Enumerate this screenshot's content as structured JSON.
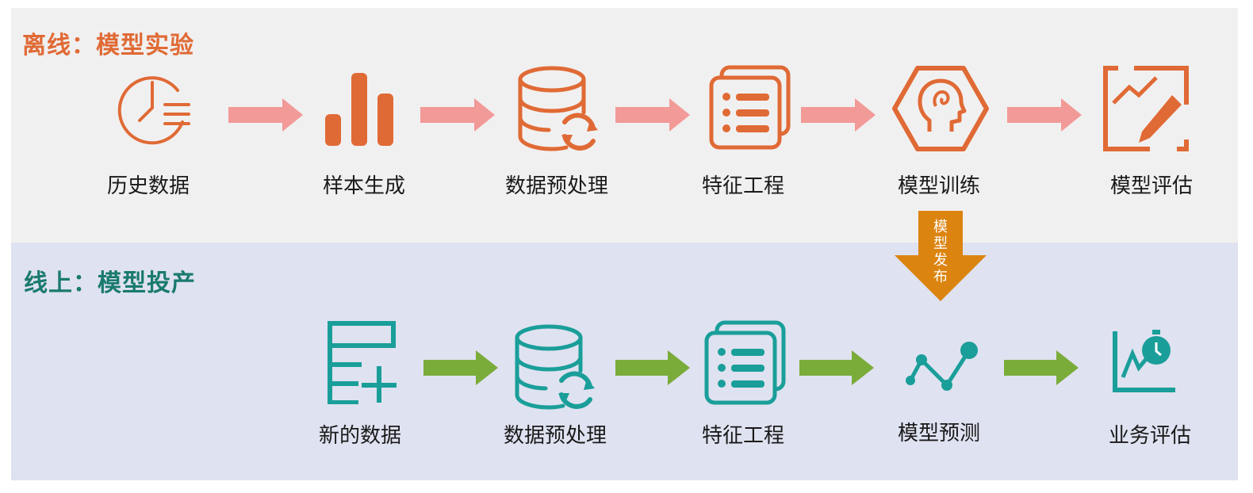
{
  "colors": {
    "offline_accent": "#e06a35",
    "online_accent": "#1a9e9a",
    "online_title": "#197a6e",
    "offline_arrow": "#f29a98",
    "online_arrow": "#7aac3a",
    "publish_arrow": "#dc8410",
    "offline_bg": "#f1f0f0",
    "online_bg": "#dfe2f0"
  },
  "offline": {
    "title": "离线：模型实验",
    "steps": [
      {
        "label": "历史数据",
        "icon": "clock-list-icon"
      },
      {
        "label": "样本生成",
        "icon": "bar-chart-icon"
      },
      {
        "label": "数据预处理",
        "icon": "database-refresh-icon"
      },
      {
        "label": "特征工程",
        "icon": "list-stack-icon"
      },
      {
        "label": "模型训练",
        "icon": "head-hexagon-icon"
      },
      {
        "label": "模型评估",
        "icon": "chart-pencil-icon"
      }
    ]
  },
  "online": {
    "title": "线上：模型投产",
    "steps": [
      {
        "label": "新的数据",
        "icon": "data-add-icon"
      },
      {
        "label": "数据预处理",
        "icon": "database-refresh-icon"
      },
      {
        "label": "特征工程",
        "icon": "list-stack-icon"
      },
      {
        "label": "模型预测",
        "icon": "line-graph-icon"
      },
      {
        "label": "业务评估",
        "icon": "axis-stopwatch-icon"
      }
    ]
  },
  "publish_label": "模型发布"
}
